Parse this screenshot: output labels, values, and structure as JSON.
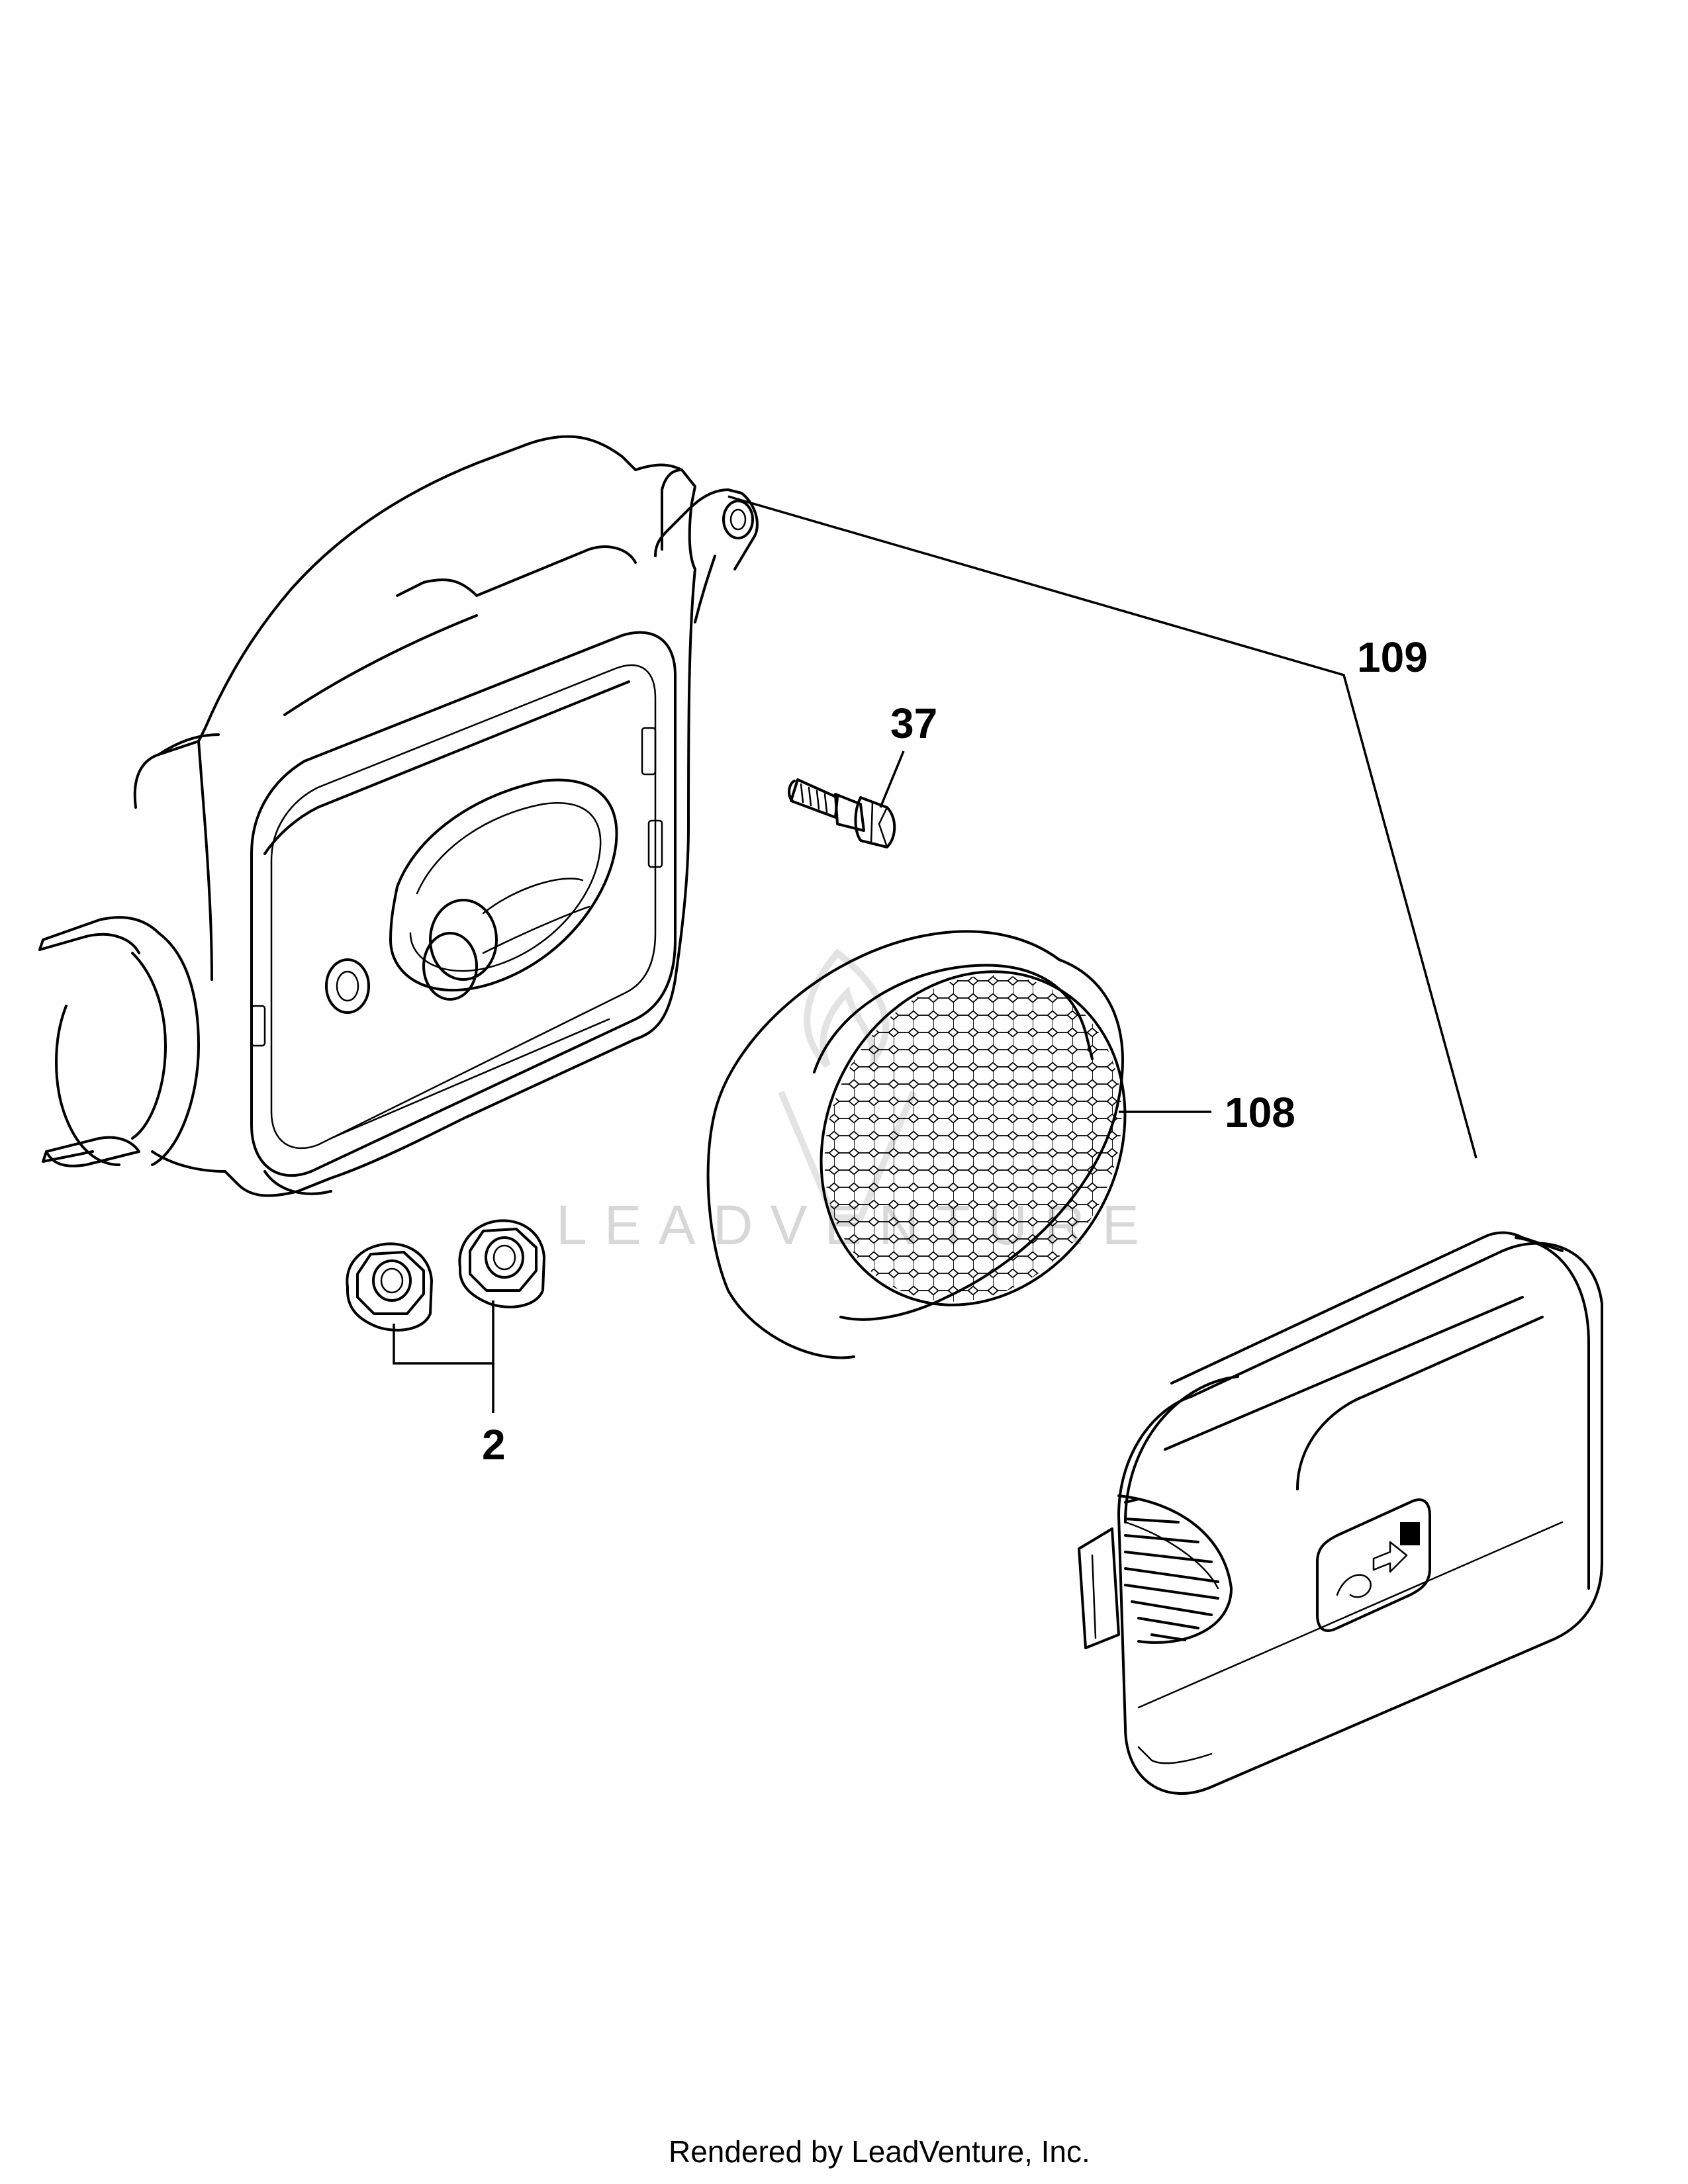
{
  "callouts": {
    "filter_base": "109",
    "screw": "37",
    "filter_element": "108",
    "nuts": "2"
  },
  "watermark": "LEADVENTURE",
  "footer": "Rendered by LeadVenture, Inc.",
  "colors": {
    "line": "#000000",
    "background": "#ffffff",
    "watermark": "#d7d7d7"
  }
}
